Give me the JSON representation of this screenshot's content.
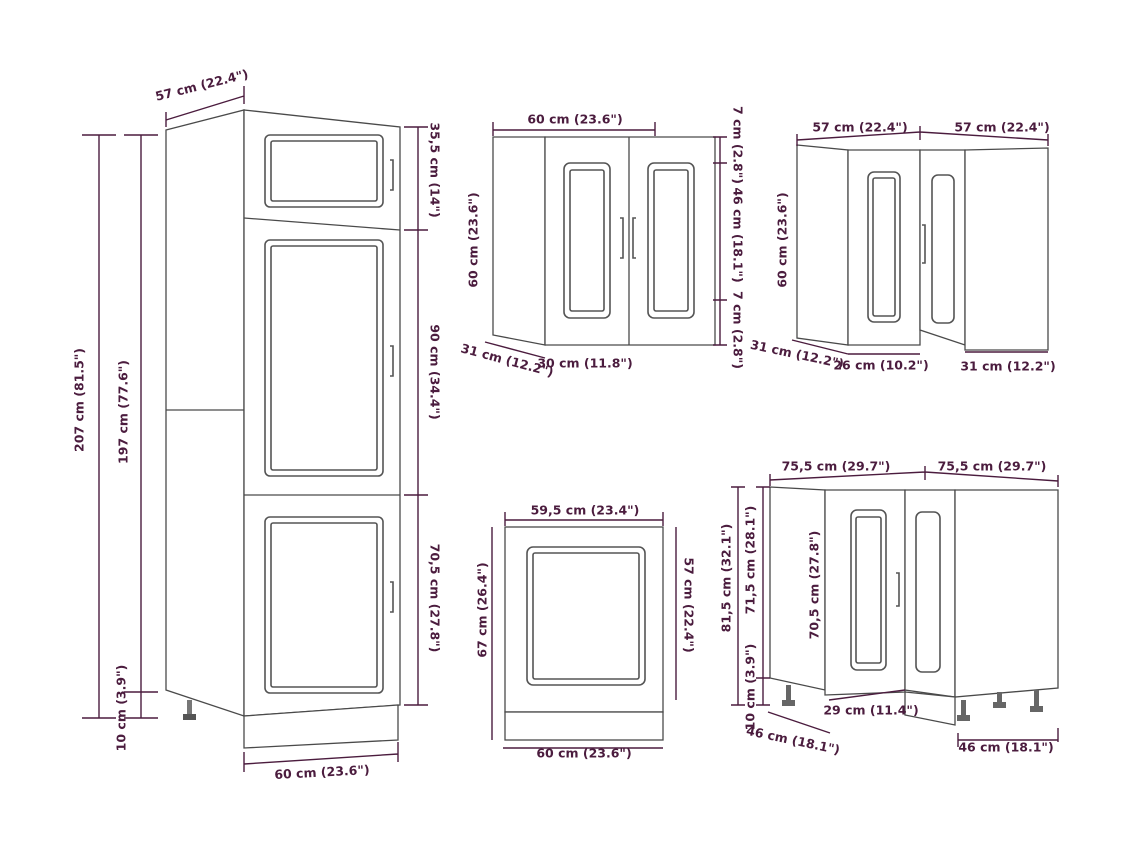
{
  "colors": {
    "dimension": "#4b1c3e",
    "outline": "#4a4a4a"
  },
  "tall_cabinet": {
    "depth": "57 cm (22.4\")",
    "total_height": "207 cm (81.5\")",
    "body_height": "197 cm (77.6\")",
    "plinth_height": "10 cm (3.9\")",
    "top_door": "35,5 cm (14\")",
    "middle_door": "90 cm (34.4\")",
    "bottom_door": "70,5 cm (27.8\")",
    "width": "60 cm (23.6\")"
  },
  "wall_cabinet": {
    "width": "60 cm (23.6\")",
    "height": "60 cm (23.6\")",
    "top_rail": "7 cm (2.8\")",
    "door_panel": "46 cm (18.1\")",
    "bottom_rail": "7 cm (2.8\")",
    "depth": "31 cm (12.2\")",
    "door_width": "30 cm (11.8\")"
  },
  "corner_wall_cabinet": {
    "width_left": "57 cm (22.4\")",
    "width_right": "57 cm (22.4\")",
    "height": "60 cm (23.6\")",
    "depth_left": "31 cm (12.2\")",
    "door_width": "26 cm (10.2\")",
    "depth_right": "31 cm (12.2\")"
  },
  "base_cabinet": {
    "top_width": "59,5 cm (23.4\")",
    "height": "67 cm (26.4\")",
    "door_height": "57 cm (22.4\")",
    "width": "60 cm (23.6\")"
  },
  "corner_base_cabinet": {
    "width_left": "75,5 cm (29.7\")",
    "width_right": "75,5 cm (29.7\")",
    "total_height": "81,5 cm (32.1\")",
    "body_height": "71,5 cm (28.1\")",
    "plinth_height": "10 cm (3.9\")",
    "door_height": "70,5 cm (27.8\")",
    "door_width": "29 cm (11.4\")",
    "depth_left": "46 cm (18.1\")",
    "depth_right": "46 cm (18.1\")"
  }
}
